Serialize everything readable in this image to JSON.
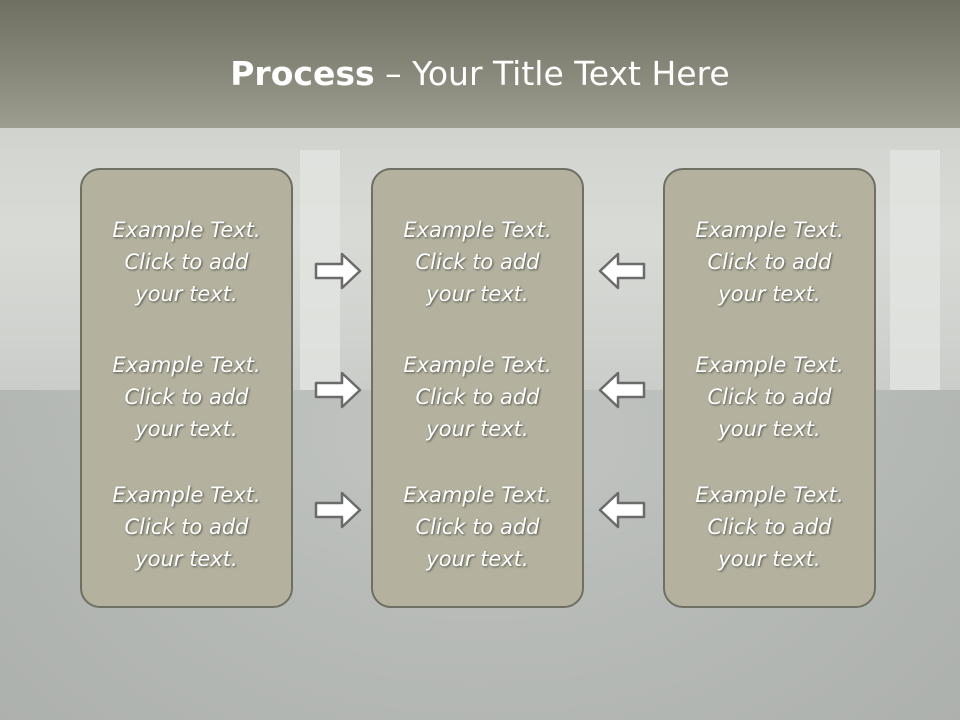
{
  "title": {
    "bold": "Process",
    "rest": " – Your Title Text Here"
  },
  "columns": [
    {
      "blocks": [
        {
          "line1": "Example Text.",
          "line2": "Click  to add",
          "line3": "your text."
        },
        {
          "line1": "Example Text.",
          "line2": "Click  to add",
          "line3": "your text."
        },
        {
          "line1": "Example Text.",
          "line2": "Click  to add",
          "line3": "your text."
        }
      ]
    },
    {
      "blocks": [
        {
          "line1": "Example Text.",
          "line2": "Click  to add",
          "line3": "your text."
        },
        {
          "line1": "Example Text.",
          "line2": "Click  to add",
          "line3": "your text."
        },
        {
          "line1": "Example Text.",
          "line2": "Click  to add",
          "line3": "your text."
        }
      ]
    },
    {
      "blocks": [
        {
          "line1": "Example Text.",
          "line2": "Click  to add",
          "line3": "your text."
        },
        {
          "line1": "Example Text.",
          "line2": "Click  to add",
          "line3": "your text."
        },
        {
          "line1": "Example Text.",
          "line2": "Click  to add",
          "line3": "your text."
        }
      ]
    }
  ],
  "arrows": {
    "left_group": "right-arrow-icon",
    "right_group": "left-arrow-icon"
  },
  "colors": {
    "panel_fill": "#b4b29f",
    "panel_border": "#6f6f62",
    "text": "#ffffff",
    "arrow_fill": "#ffffff",
    "arrow_stroke": "#6b6b6b"
  }
}
